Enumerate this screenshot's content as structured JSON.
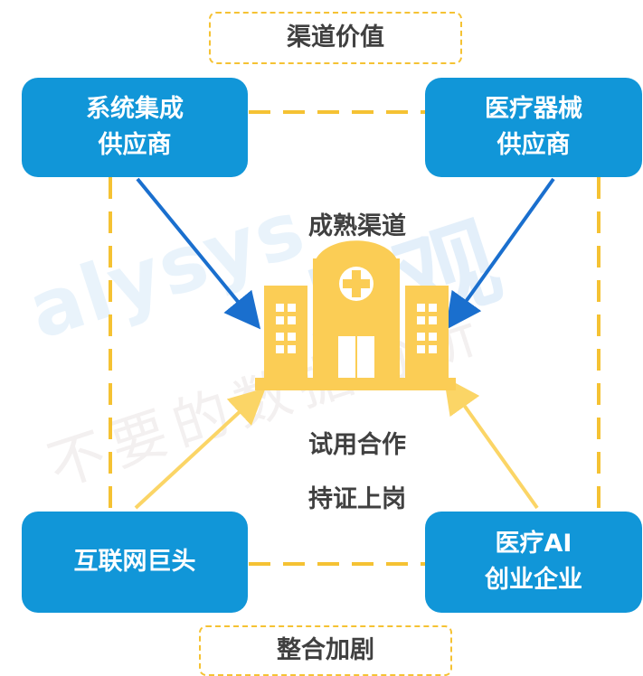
{
  "labels": {
    "top_title": "渠道价值",
    "bottom_title": "整合加剧",
    "center_top": "成熟渠道",
    "center_bottom_line1": "试用合作",
    "center_bottom_line2": "持证上岗"
  },
  "nodes": {
    "top_left": {
      "line1": "系统集成",
      "line2": "供应商"
    },
    "top_right": {
      "line1": "医疗器械",
      "line2": "供应商"
    },
    "bottom_left": {
      "line1": "互联网巨头"
    },
    "bottom_right": {
      "line1": "医疗AI",
      "line2": "创业企业"
    }
  },
  "watermark": {
    "brand": "alysys",
    "name": "易观",
    "slogan": "不要的数据分析"
  },
  "colors": {
    "node_fill": "#1196d8",
    "dash_yellow": "#f5c233",
    "arrow_blue": "#1a6fce",
    "arrow_yellow": "#fbd566",
    "hospital": "#fbcd55",
    "text_dark": "#404040"
  },
  "icons": [
    "hospital-icon"
  ]
}
